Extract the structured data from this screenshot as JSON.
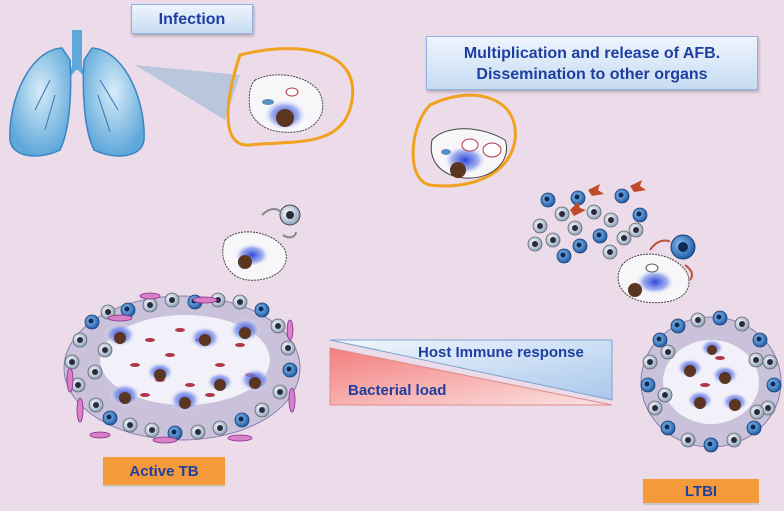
{
  "labels": {
    "infection": "Infection",
    "multiplication_line1": "Multiplication  and release of AFB.",
    "multiplication_line2": "Dissemination to other organs",
    "active_tb": "Active TB",
    "ltbi": "LTBI"
  },
  "gradient": {
    "host_immune": "Host Immune response",
    "bacterial_load": "Bacterial load"
  },
  "colors": {
    "background": "#ecdcea",
    "label_text": "#1f3fa0",
    "orange_label": "#f59a3a",
    "membrane": "#f0a21e",
    "lung": "#5ea8da",
    "immune_blue": "#1f5fa8",
    "bacteria": "#b0364a"
  },
  "icons": [
    "lungs-icon",
    "macrophage-icon",
    "granuloma-icon",
    "immune-cell-icon",
    "arrow-icon"
  ]
}
